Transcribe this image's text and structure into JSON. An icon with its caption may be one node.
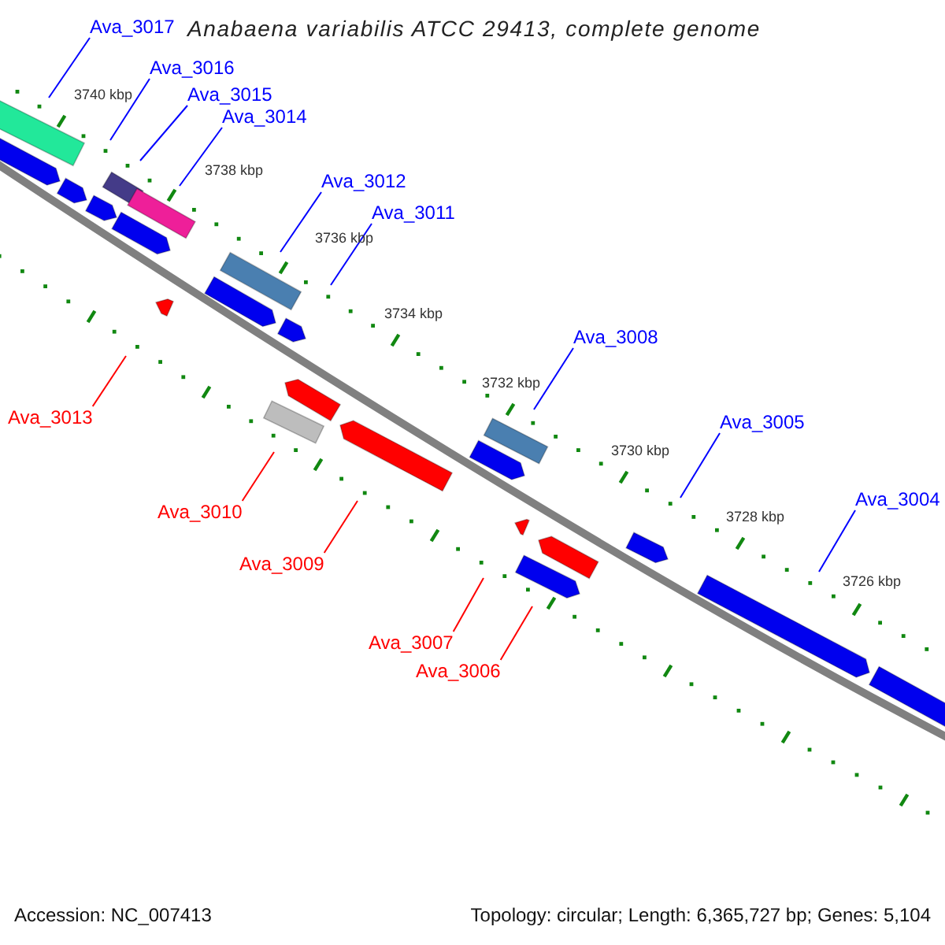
{
  "diagram": {
    "title": "Anabaena variabilis ATCC 29413, complete genome",
    "nodes": [
      {
        "text": [
          "Ava_3017"
        ]
      },
      {
        "text": [
          "Ava_3016"
        ]
      },
      {
        "text": [
          "Ava_3015"
        ]
      },
      {
        "text": [
          "Ava_3014"
        ]
      },
      {
        "text": [
          "Ava_3012"
        ]
      },
      {
        "text": [
          "Ava_3011"
        ]
      },
      {
        "text": [
          "Ava_3008"
        ]
      },
      {
        "text": [
          "Ava_3013"
        ]
      },
      {
        "text": [
          "Ava_3005"
        ]
      },
      {
        "text": [
          "Ava_3004"
        ]
      },
      {
        "text": [
          "Ava_3010"
        ]
      },
      {
        "text": [
          "Ava_3009"
        ]
      },
      {
        "text": [
          "Ava_3007"
        ]
      },
      {
        "text": [
          "Ava_3006"
        ]
      }
    ],
    "edges": [
      {
        "from": 0,
        "to": null,
        "arrow": "none"
      },
      {
        "from": 1,
        "to": null,
        "arrow": "none"
      },
      {
        "from": 2,
        "to": null,
        "arrow": "none"
      },
      {
        "from": 3,
        "to": null,
        "arrow": "none"
      },
      {
        "from": 4,
        "to": null,
        "arrow": "none"
      },
      {
        "from": 5,
        "to": null,
        "arrow": "none"
      },
      {
        "from": 6,
        "to": null,
        "arrow": "none"
      },
      {
        "from": 7,
        "to": null,
        "arrow": "none",
        "color": "#ff0000"
      },
      {
        "from": 8,
        "to": null,
        "arrow": "none"
      },
      {
        "from": 9,
        "to": null,
        "arrow": "none"
      },
      {
        "from": 10,
        "to": null,
        "arrow": "none",
        "color": "#ff0000"
      },
      {
        "from": 11,
        "to": null,
        "arrow": "none",
        "color": "#ff0000"
      },
      {
        "from": 12,
        "to": null,
        "arrow": "none",
        "color": "#ff0000"
      },
      {
        "from": 13,
        "to": null,
        "arrow": "none",
        "color": "#ff0000"
      }
    ],
    "labels": [
      "3740 kbp",
      "3738 kbp",
      "3736 kbp",
      "3734 kbp",
      "3732 kbp",
      "3730 kbp",
      "3728 kbp",
      "3726 kbp",
      "Accession: NC_007413",
      "Topology: circular; Length: 6,365,727 bp; Genes: 5,104"
    ]
  }
}
